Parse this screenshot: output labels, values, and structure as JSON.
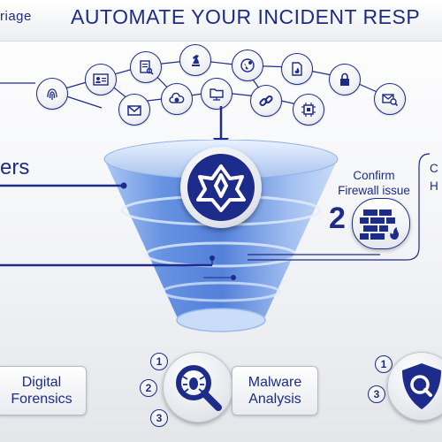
{
  "header": {
    "brand_fragment": "riage",
    "headline": "AUTOMATE YOUR INCIDENT RESP"
  },
  "side": {
    "label_fragment": "ers",
    "right_fragment_1": "C",
    "right_fragment_2": "H"
  },
  "step2": {
    "number": "2",
    "caption_line1": "Confirm",
    "caption_line2": "Firewall issue"
  },
  "bottom": {
    "digital_line1": "Digital",
    "digital_line2": "Forensics",
    "malware_line1": "Malware",
    "malware_line2": "Analysis",
    "badges_left": [
      "1",
      "2",
      "3"
    ],
    "badges_right": [
      "1",
      "3"
    ]
  },
  "icons": [
    "fingerprint-icon",
    "contact-card-icon",
    "mail-icon",
    "document-search-icon",
    "cloud-info-icon",
    "chess-knight-icon",
    "folder-network-icon",
    "globe-bug-icon",
    "chain-link-icon",
    "file-fire-icon",
    "cpu-chip-icon",
    "padlock-icon",
    "envelope-search-icon"
  ],
  "colors": {
    "brand": "#1d2b8a",
    "funnel_light": "#cfe2fb",
    "funnel_dark": "#3f6fd8"
  }
}
